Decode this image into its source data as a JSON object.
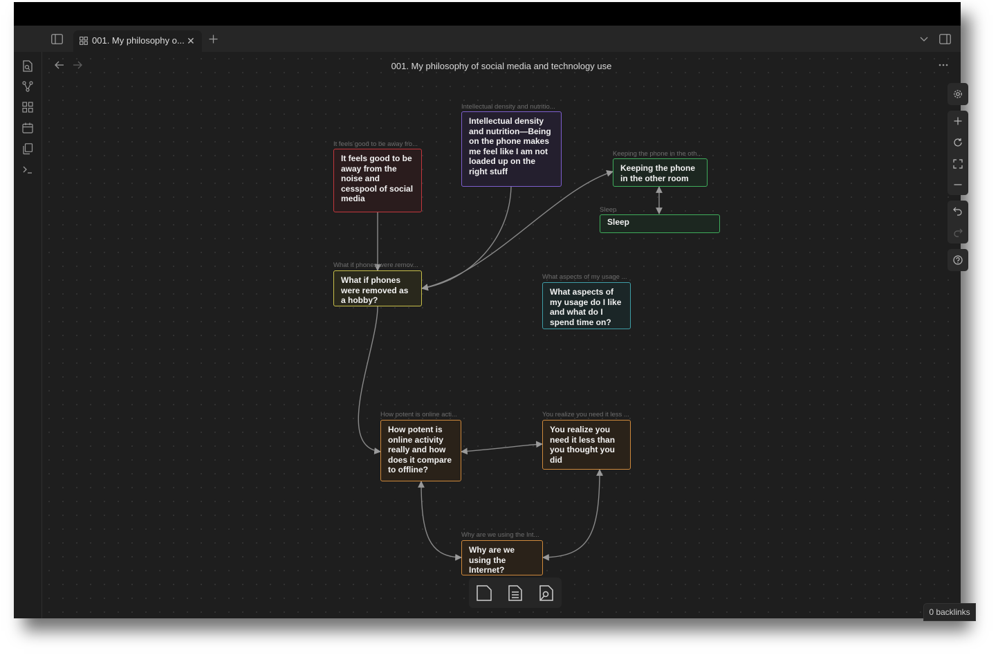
{
  "app": {
    "tab_title": "001. My philosophy o...",
    "note_title": "001. My philosophy of social media and technology use"
  },
  "ribbon": {
    "icons": [
      "open-quick-switcher-icon",
      "graph-view-icon",
      "canvas-icon",
      "daily-note-icon",
      "templates-icon",
      "command-palette-icon"
    ]
  },
  "nodes": [
    {
      "id": "feels-good",
      "label": "It feels good to be away fro...",
      "text": "It feels good to be away from the noise and cesspool of social media",
      "color": "#c4373d",
      "bg": "#2a1c1d"
    },
    {
      "id": "intellectual",
      "label": "Intellectual density and nutritio...",
      "text": "Intellectual density and nutrition—Being on the phone makes me feel like I am not loaded up on the right stuff",
      "color": "#7e5fcf",
      "bg": "#241f2e"
    },
    {
      "id": "keeping-phone",
      "label": "Keeping the phone in the oth...",
      "text": "Keeping the phone in the other room",
      "color": "#3fae5c",
      "bg": "#1c2720"
    },
    {
      "id": "sleep",
      "label": "Sleep",
      "text": "Sleep",
      "color": "#3fae5c",
      "bg": "#1c2720"
    },
    {
      "id": "phones-hobby",
      "label": "What if phones were remov...",
      "text": "What if phones were removed as a hobby?",
      "color": "#c9c04a",
      "bg": "#29281c"
    },
    {
      "id": "aspects",
      "label": "What aspects of my usage ...",
      "text": "What aspects of my usage do I like and what do I spend time on?",
      "color": "#3f9fa8",
      "bg": "#1b2627"
    },
    {
      "id": "potent",
      "label": "How potent is online acti...",
      "text": "How potent is online activity really and how does it compare to offline?",
      "color": "#d08a3c",
      "bg": "#2a2219"
    },
    {
      "id": "realize",
      "label": "You realize you need it less ...",
      "text": "You realize you need it less than you thought you did",
      "color": "#d08a3c",
      "bg": "#2a2219"
    },
    {
      "id": "why-internet",
      "label": "Why are we using the Int...",
      "text": "Why are we using the Internet?",
      "color": "#d08a3c",
      "bg": "#2a2219"
    }
  ],
  "controls": {
    "icons": [
      "settings-icon",
      "zoom-in-icon",
      "reset-zoom-icon",
      "fit-screen-icon",
      "zoom-out-icon",
      "undo-icon",
      "redo-icon",
      "help-icon"
    ]
  },
  "toolbar": {
    "icons": [
      "new-card-icon",
      "add-note-icon",
      "add-media-icon"
    ]
  },
  "status": {
    "backlinks": "0 backlinks"
  }
}
